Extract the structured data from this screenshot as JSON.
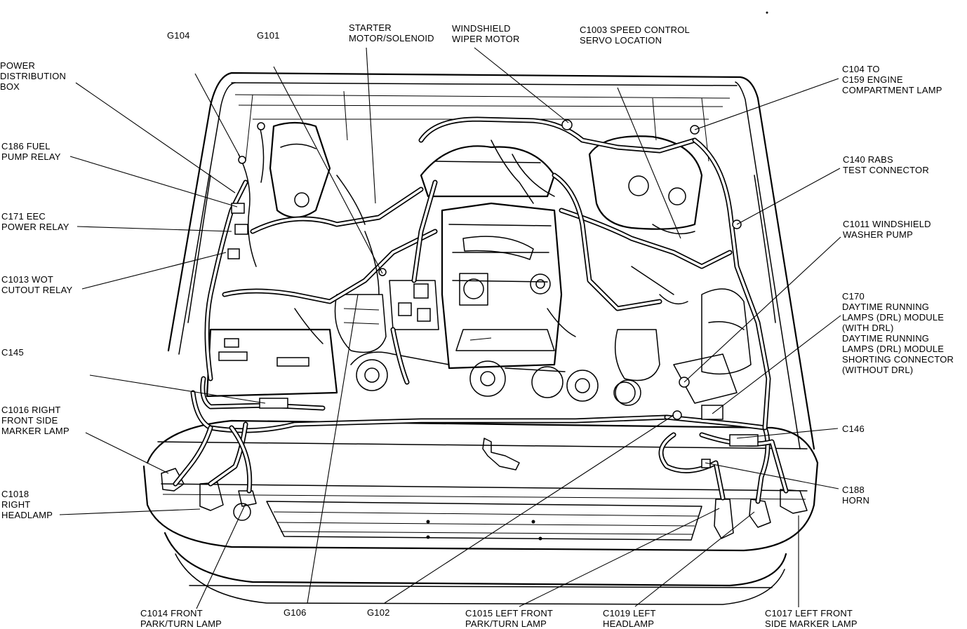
{
  "labels": {
    "g104": "G104",
    "g101": "G101",
    "starter": "STARTER\nMOTOR/SOLENOID",
    "wiper": "WINDSHIELD\nWIPER MOTOR",
    "c1003": "C1003 SPEED CONTROL\nSERVO LOCATION",
    "power_dist": "POWER\nDISTRIBUTION\nBOX",
    "c186": "C186 FUEL\nPUMP RELAY",
    "c171": "C171 EEC\nPOWER RELAY",
    "c1013": "C1013 WOT\nCUTOUT RELAY",
    "c145": "C145",
    "c1016": "C1016 RIGHT\nFRONT SIDE\nMARKER LAMP",
    "c1018": "C1018\nRIGHT\nHEADLAMP",
    "c104": "C104 TO\nC159 ENGINE\nCOMPARTMENT LAMP",
    "c140": "C140 RABS\nTEST CONNECTOR",
    "c1011": "C1011 WINDSHIELD\nWASHER PUMP",
    "c170": "C170\nDAYTIME RUNNING\nLAMPS (DRL) MODULE\n(WITH DRL)\nDAYTIME RUNNING\nLAMPS (DRL) MODULE\nSHORTING CONNECTOR\n(WITHOUT DRL)",
    "c146": "C146",
    "c188": "C188\nHORN",
    "c1014": "C1014 FRONT\nPARK/TURN LAMP",
    "g106": "G106",
    "g102": "G102",
    "c1015": "C1015 LEFT FRONT\nPARK/TURN LAMP",
    "c1019": "C1019 LEFT\nHEADLAMP",
    "c1017": "C1017 LEFT FRONT\nSIDE MARKER LAMP"
  }
}
